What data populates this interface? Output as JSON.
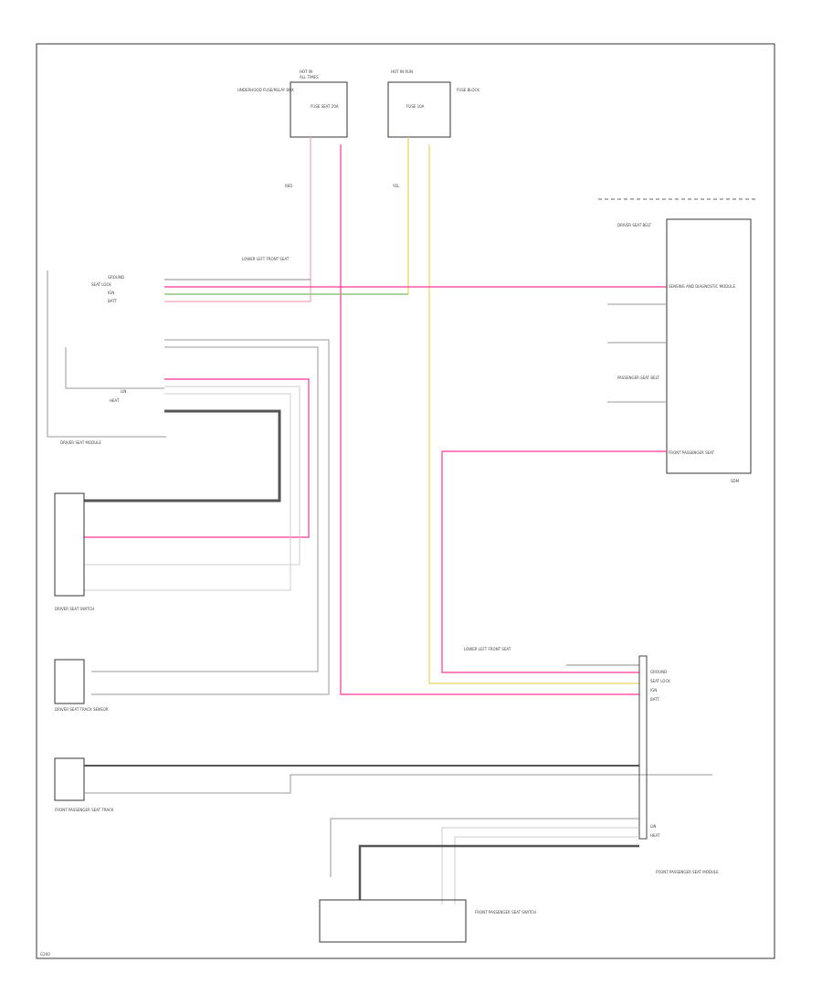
{
  "colors": {
    "red": "#ff3366",
    "pink": "#f7a3b8",
    "yellow": "#e8d35a",
    "black": "#555555"
  },
  "labels": {
    "fuse_a_top": "HOT IN",
    "fuse_a_sub": "ALL TIMES",
    "fuse_a_left": "UNDERHOOD FUSE/RELAY BOX",
    "fuse_a_inner": "FUSE SEAT 20A",
    "fuse_b_top": "HOT IN RUN",
    "fuse_b_right": "FUSE BLOCK",
    "fuse_b_inner": "FUSE 10A",
    "wire_red": "RED",
    "wire_yel": "YEL",
    "conn_upper": "LOWER LEFT FRONT SEAT",
    "conn_lower": "LOWER LEFT FRONT SEAT",
    "pin_ground": "GROUND",
    "pin_lock": "SEAT LOCK",
    "pin_ign": "IGN",
    "pin_batt": "BATT",
    "pin_lin": "LIN",
    "pin_heat": "HEAT",
    "driver_module": "DRIVER SEAT MODULE",
    "driver_switch": "DRIVER SEAT SWITCH",
    "driver_track": "DRIVER SEAT TRACK SENSOR",
    "pass_track": "FRONT PASSENGER SEAT TRACK",
    "pass_module": "FRONT PASSENGER SEAT MODULE",
    "pass_switch": "FRONT PASSENGER SEAT SWITCH",
    "right_module_l1": "DRIVER SEAT BELT",
    "right_module_l2": "PASSENGER SEAT BELT",
    "right_module_l3": "FRONT PASSENGER SEAT",
    "right_module_box": "SENSING AND DIAGNOSTIC MODULE",
    "right_module_caption": "SDM",
    "footer_code": "G200"
  }
}
